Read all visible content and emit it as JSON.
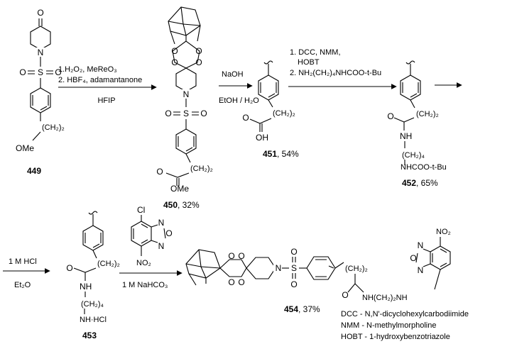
{
  "compounds": {
    "c449": {
      "id": "449",
      "yield": ""
    },
    "c450": {
      "id": "450",
      "yield": ", 32%"
    },
    "c451": {
      "id": "451",
      "yield": ", 54%"
    },
    "c452": {
      "id": "452",
      "yield": ", 65%"
    },
    "c453": {
      "id": "453",
      "yield": ""
    },
    "c454": {
      "id": "454",
      "yield": ", 37%"
    }
  },
  "steps": {
    "s1": {
      "line1": "1.H₂O₂, MeReO₃",
      "line2": "2. HBF₄, adamantanone",
      "below": "HFIP"
    },
    "s2": {
      "above": "NaOH",
      "below": "EtOH / H₂O"
    },
    "s3": {
      "line1": "1. DCC, NMM,",
      "line1b": "HOBT",
      "line2": "2. NH₂(CH₂)₄NHCOO-t-Bu"
    },
    "s5": {
      "above": "1 M HCl",
      "below": "Et₂O"
    },
    "s6": {
      "below": "1 M NaHCO₃"
    }
  },
  "legend": [
    "DCC - N,N'-dicyclohexylcarbodiimide",
    "NMM - N-methylmorpholine",
    "HOBT - 1-hydroxybenzotriazole"
  ],
  "atoms": {
    "O": "O",
    "N": "N",
    "S": "S",
    "OH": "OH",
    "NH": "NH",
    "Cl": "Cl",
    "NO2": "NO₂",
    "OMe": "OMe",
    "CH22": "(CH₂)₂",
    "CH24": "(CH₂)₄",
    "NHBoc": "NHCOO-t-Bu",
    "NHHCl": "NH·HCl",
    "NHCH22NH": "NH(CH₂)₂NH"
  }
}
